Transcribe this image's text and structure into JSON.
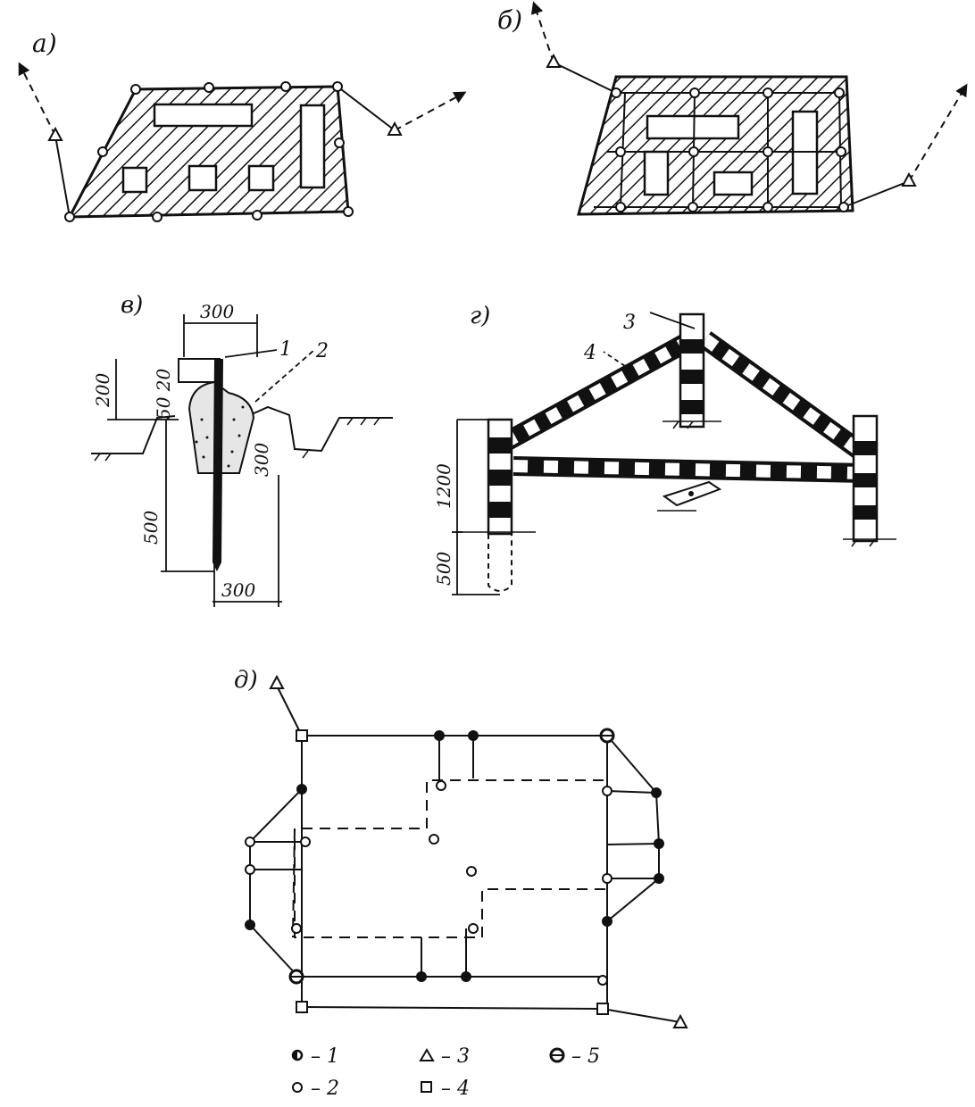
{
  "panels": {
    "a": {
      "label": "а)"
    },
    "b": {
      "label": "б)"
    },
    "v": {
      "label": "в)",
      "dims": {
        "top": "300",
        "left_upper": "200",
        "small": "50 20",
        "left_lower": "500",
        "bottom": "300",
        "right": "300"
      },
      "callouts": [
        "1",
        "2"
      ]
    },
    "g": {
      "label": "г)",
      "dims": {
        "height": "1200",
        "below": "500"
      },
      "callouts": [
        "3",
        "4"
      ]
    },
    "d": {
      "label": "д)"
    }
  },
  "legend": [
    {
      "symbol": "half-filled-circle",
      "text": "– 1"
    },
    {
      "symbol": "open-circle",
      "text": "– 2"
    },
    {
      "symbol": "triangle",
      "text": "– 3"
    },
    {
      "symbol": "square",
      "text": "– 4"
    },
    {
      "symbol": "crossed-circle",
      "text": "– 5"
    }
  ],
  "colors": {
    "ink": "#111111",
    "paper": "#ffffff"
  }
}
